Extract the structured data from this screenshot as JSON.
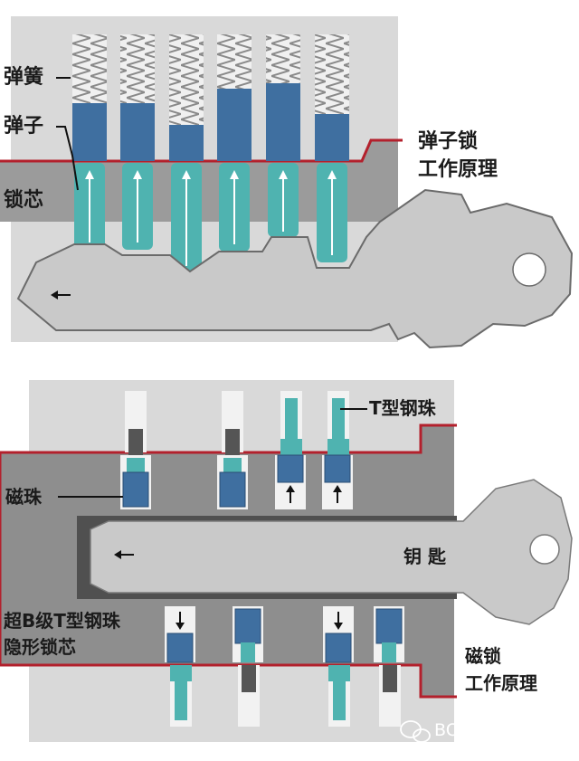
{
  "pin_lock": {
    "labels": {
      "spring": "弹簧",
      "pin": "弹子",
      "core": "锁芯",
      "title_line1": "弹子锁",
      "title_line2": "工作原理"
    }
  },
  "magnetic_lock": {
    "labels": {
      "t_ball": "T型钢珠",
      "magnet_bead": "磁珠",
      "key": "钥 匙",
      "hidden_core_line1": "超B级T型钢珠",
      "hidden_core_line2": "隐形锁芯",
      "title_line1": "磁锁",
      "title_line2": "工作原理"
    }
  },
  "watermark": {
    "text": "BOMA智能家居",
    "icon": "wechat-icon"
  },
  "colors": {
    "housing": "#d8d8d8",
    "core": "#9a9a9a",
    "key": "#c8c8c8",
    "pin_blue": "#3f6fa0",
    "pin_teal": "#4fb3b0",
    "shear_line": "#b0202a",
    "dark_slot": "#555555"
  }
}
